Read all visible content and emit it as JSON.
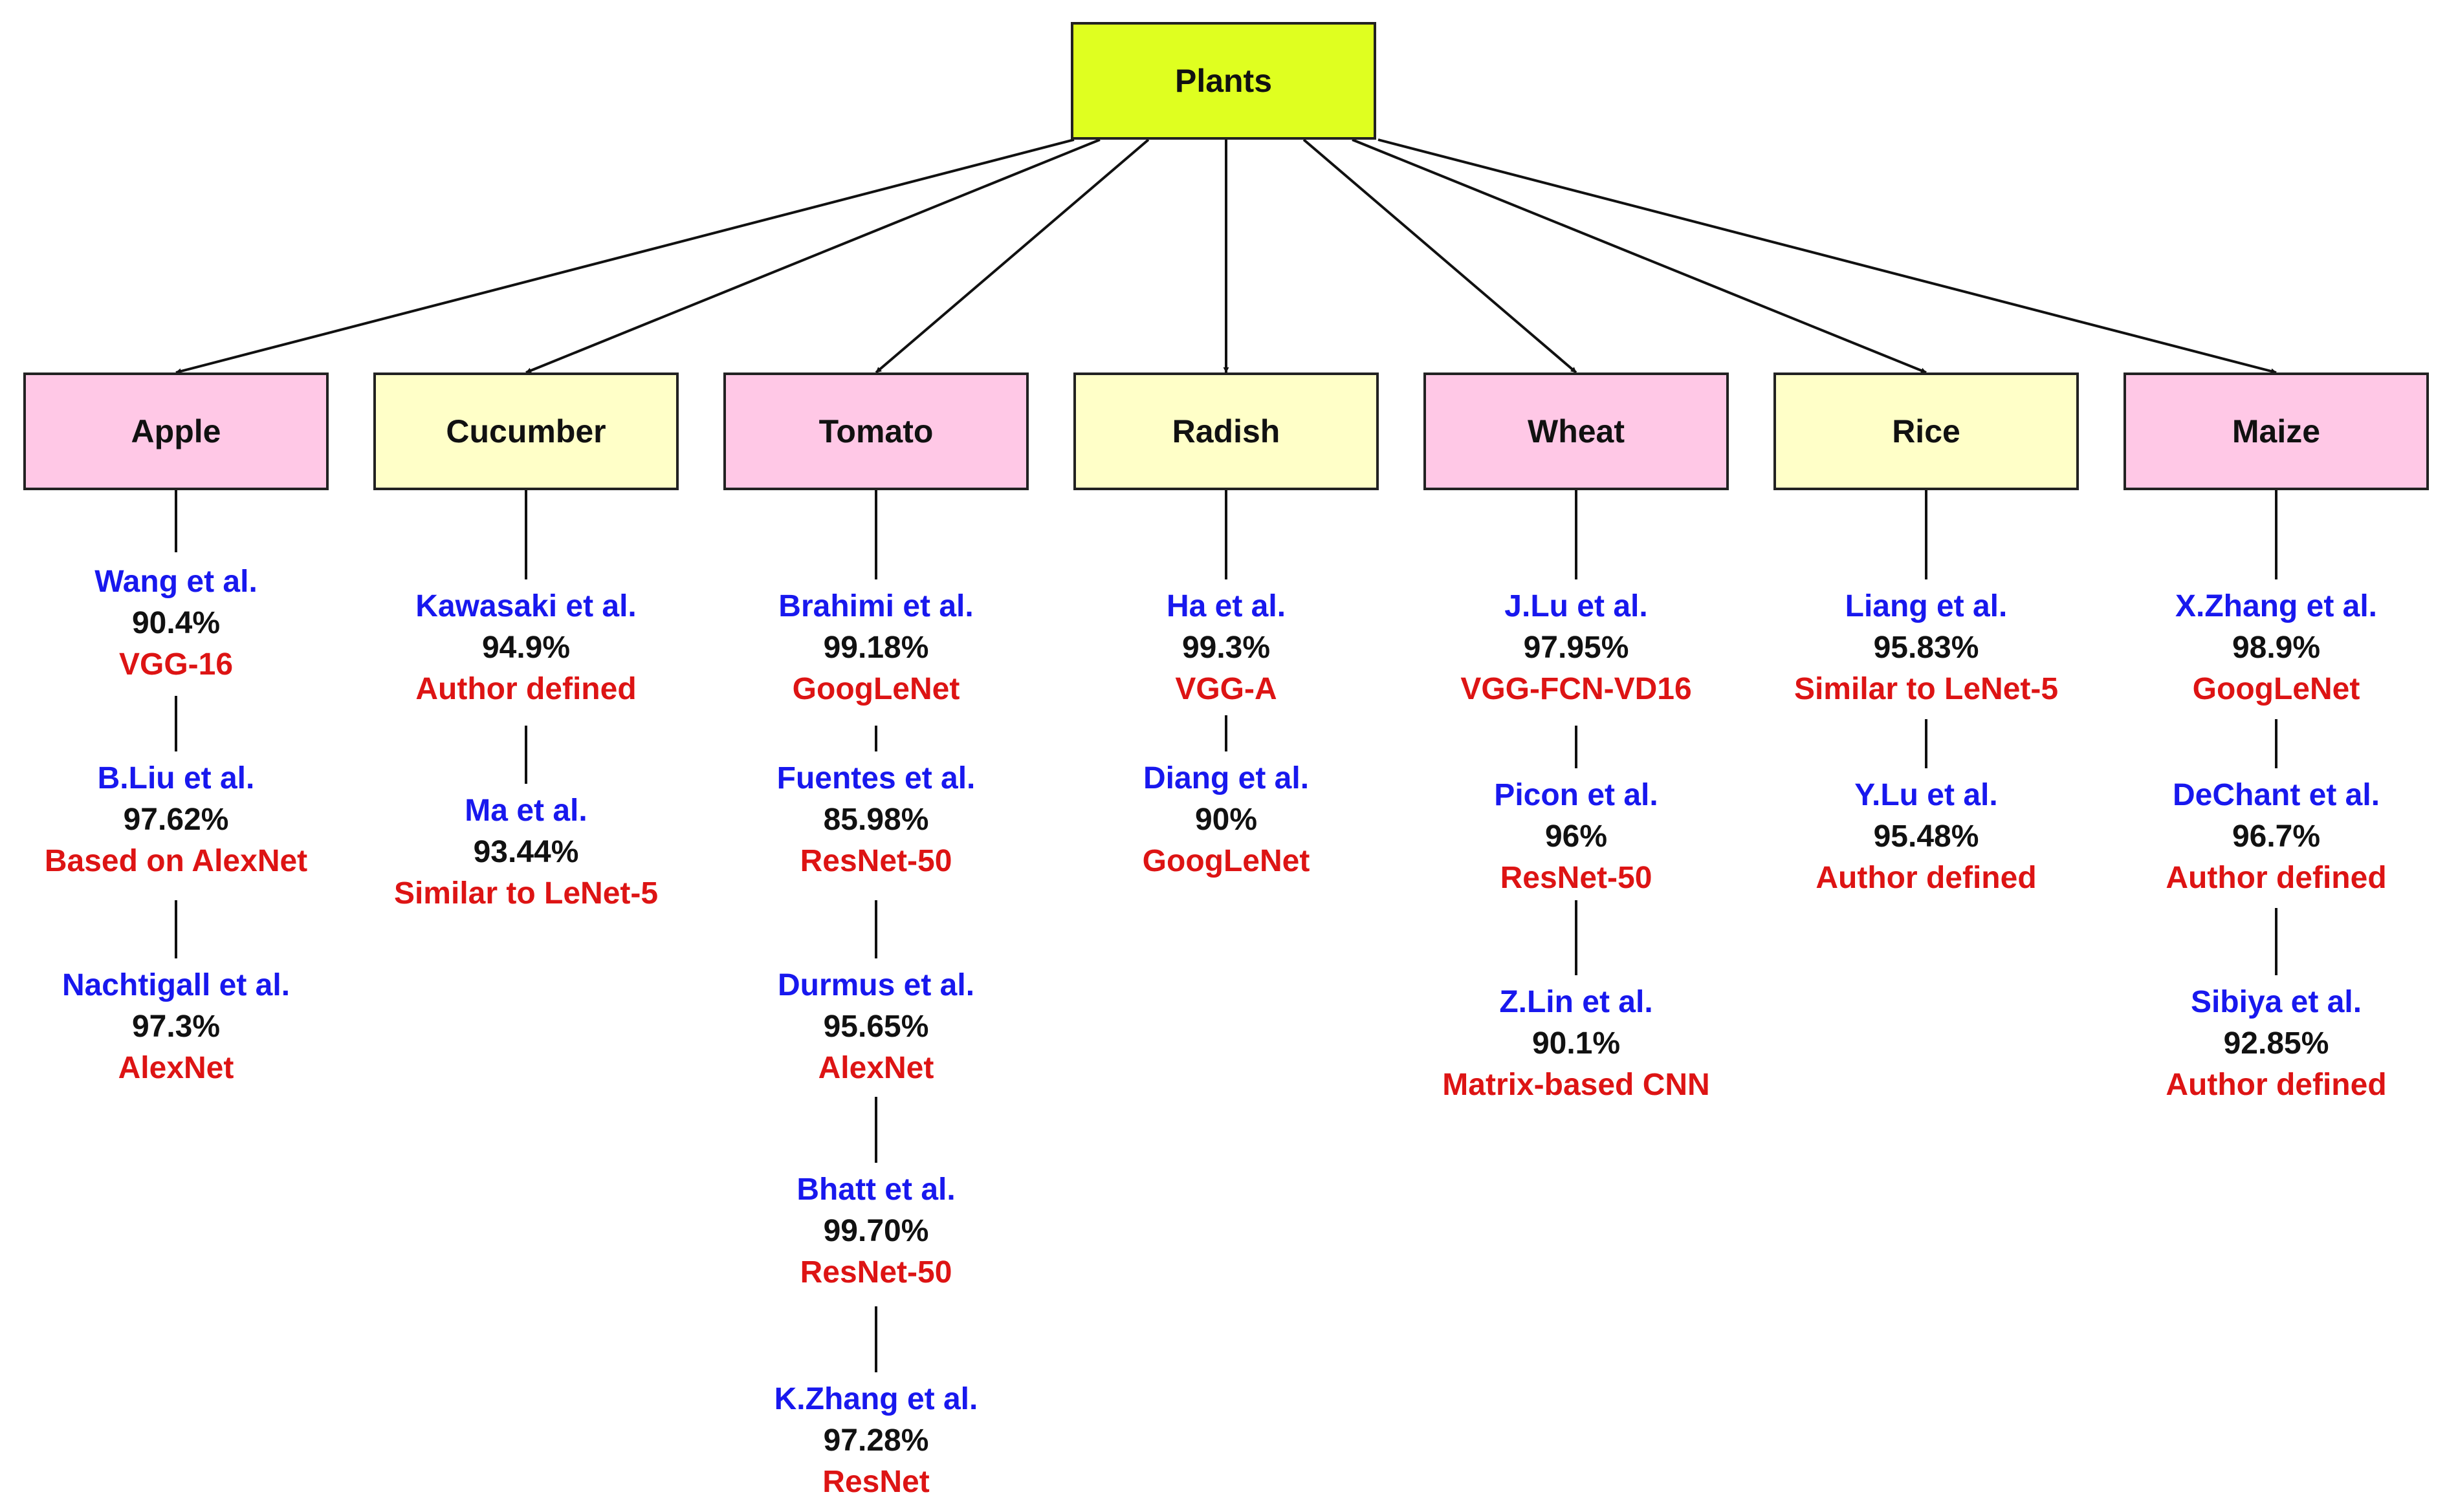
{
  "root": {
    "label": "Plants",
    "color": "#dfff20"
  },
  "crops": [
    {
      "label": "Apple",
      "color": "#ffc8e6",
      "studies": [
        {
          "author": "Wang et al.",
          "accuracy": "90.4%",
          "model": "VGG-16"
        },
        {
          "author": "B.Liu et al.",
          "accuracy": "97.62%",
          "model": "Based on AlexNet"
        },
        {
          "author": "Nachtigall et al.",
          "accuracy": "97.3%",
          "model": "AlexNet"
        }
      ]
    },
    {
      "label": "Cucumber",
      "color": "#ffffc8",
      "studies": [
        {
          "author": "Kawasaki et al.",
          "accuracy": "94.9%",
          "model": "Author defined"
        },
        {
          "author": "Ma et al.",
          "accuracy": "93.44%",
          "model": "Similar to LeNet-5"
        }
      ]
    },
    {
      "label": "Tomato",
      "color": "#ffc8e6",
      "studies": [
        {
          "author": "Brahimi et al.",
          "accuracy": "99.18%",
          "model": "GoogLeNet"
        },
        {
          "author": "Fuentes et al.",
          "accuracy": "85.98%",
          "model": "ResNet-50"
        },
        {
          "author": "Durmus et al.",
          "accuracy": "95.65%",
          "model": "AlexNet"
        },
        {
          "author": "Bhatt et al.",
          "accuracy": "99.70%",
          "model": "ResNet-50"
        },
        {
          "author": "K.Zhang et al.",
          "accuracy": "97.28%",
          "model": "ResNet"
        }
      ]
    },
    {
      "label": "Radish",
      "color": "#ffffc8",
      "studies": [
        {
          "author": "Ha et al.",
          "accuracy": "99.3%",
          "model": "VGG-A"
        },
        {
          "author": "Diang et al.",
          "accuracy": "90%",
          "model": "GoogLeNet"
        }
      ]
    },
    {
      "label": "Wheat",
      "color": "#ffc8e6",
      "studies": [
        {
          "author": "J.Lu et al.",
          "accuracy": "97.95%",
          "model": "VGG-FCN-VD16"
        },
        {
          "author": "Picon et al.",
          "accuracy": "96%",
          "model": "ResNet-50"
        },
        {
          "author": "Z.Lin et al.",
          "accuracy": "90.1%",
          "model": "Matrix-based CNN"
        }
      ]
    },
    {
      "label": "Rice",
      "color": "#ffffc8",
      "studies": [
        {
          "author": "Liang et al.",
          "accuracy": "95.83%",
          "model": "Similar to LeNet-5"
        },
        {
          "author": "Y.Lu et al.",
          "accuracy": "95.48%",
          "model": "Author defined"
        }
      ]
    },
    {
      "label": "Maize",
      "color": "#ffc8e6",
      "studies": [
        {
          "author": "X.Zhang et al.",
          "accuracy": "98.9%",
          "model": "GoogLeNet"
        },
        {
          "author": "DeChant et al.",
          "accuracy": "96.7%",
          "model": "Author defined"
        },
        {
          "author": "Sibiya et al.",
          "accuracy": "92.85%",
          "model": "Author defined"
        }
      ]
    }
  ]
}
